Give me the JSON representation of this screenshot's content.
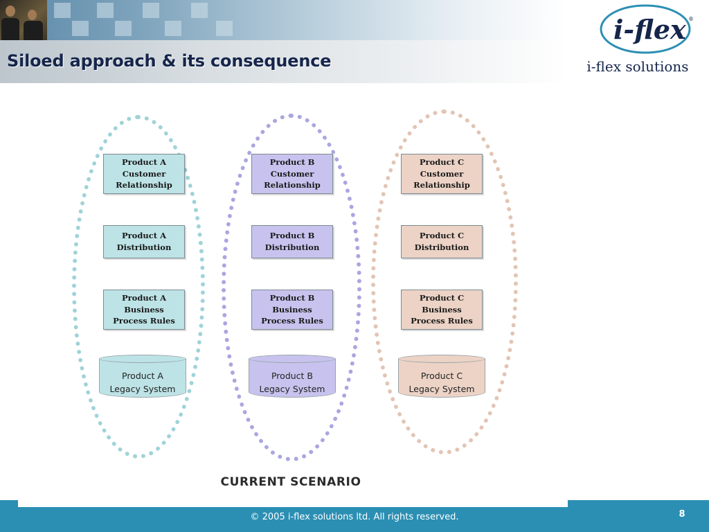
{
  "slide": {
    "title": "Siloed approach & its consequence",
    "brand": {
      "logo_text": "i-flex",
      "registered_mark": "®",
      "name": "i-flex solutions"
    }
  },
  "diagram": {
    "silos": [
      {
        "color": "#9fd3d8",
        "box_fill": "#bde3e6",
        "blocks": [
          "Product A\nCustomer\nRelationship",
          "Product A\nDistribution",
          "Product A\nBusiness\nProcess Rules"
        ],
        "legacy": "Product A\nLegacy System"
      },
      {
        "color": "#a9a6e0",
        "box_fill": "#c7c3ee",
        "blocks": [
          "Product B\nCustomer\nRelationship",
          "Product B\nDistribution",
          "Product B\nBusiness\nProcess Rules"
        ],
        "legacy": "Product B\nLegacy System"
      },
      {
        "color": "#e3c4b4",
        "box_fill": "#ecd3c6",
        "blocks": [
          "Product C\nCustomer\nRelationship",
          "Product C\nDistribution",
          "Product C\nBusiness\nProcess Rules"
        ],
        "legacy": "Product C\nLegacy System"
      }
    ],
    "caption": "CURRENT SCENARIO"
  },
  "footer": {
    "copyright": "© 2005 i-flex solutions ltd. All rights reserved.",
    "page_number": "8",
    "color": "#2b8fb3"
  }
}
